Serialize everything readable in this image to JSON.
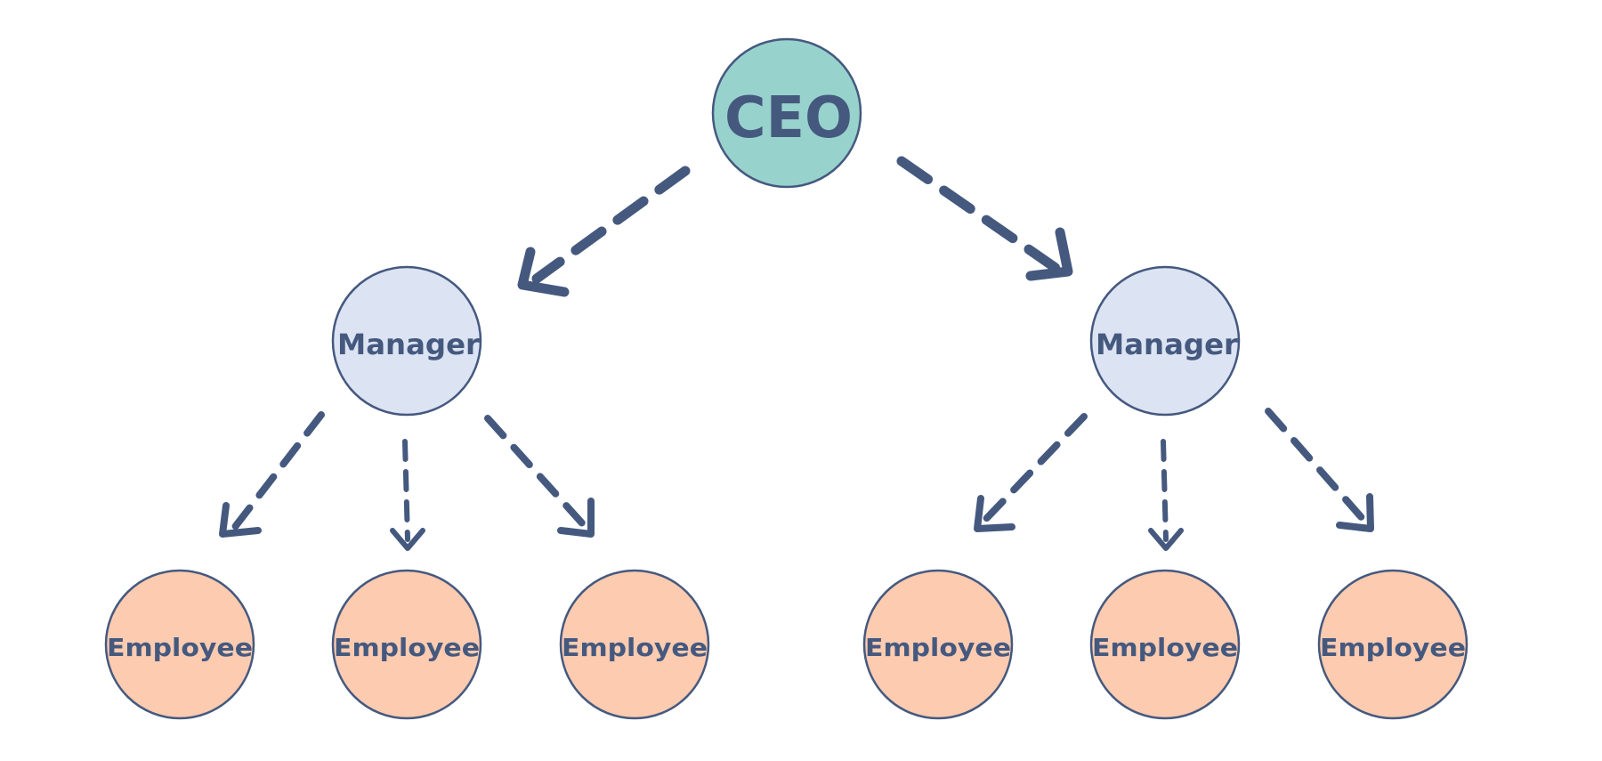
{
  "colors": {
    "ink": "#45597f",
    "ceo_fill": "#98d2cd",
    "manager_fill": "#dce3f3",
    "employee_fill": "#fdcbb0",
    "background": "#ffffff"
  },
  "nodes": {
    "ceo": {
      "label": "CEO"
    },
    "managers": [
      {
        "label": "Manager"
      },
      {
        "label": "Manager"
      }
    ],
    "employees": [
      {
        "label": "Employee"
      },
      {
        "label": "Employee"
      },
      {
        "label": "Employee"
      },
      {
        "label": "Employee"
      },
      {
        "label": "Employee"
      },
      {
        "label": "Employee"
      }
    ]
  }
}
